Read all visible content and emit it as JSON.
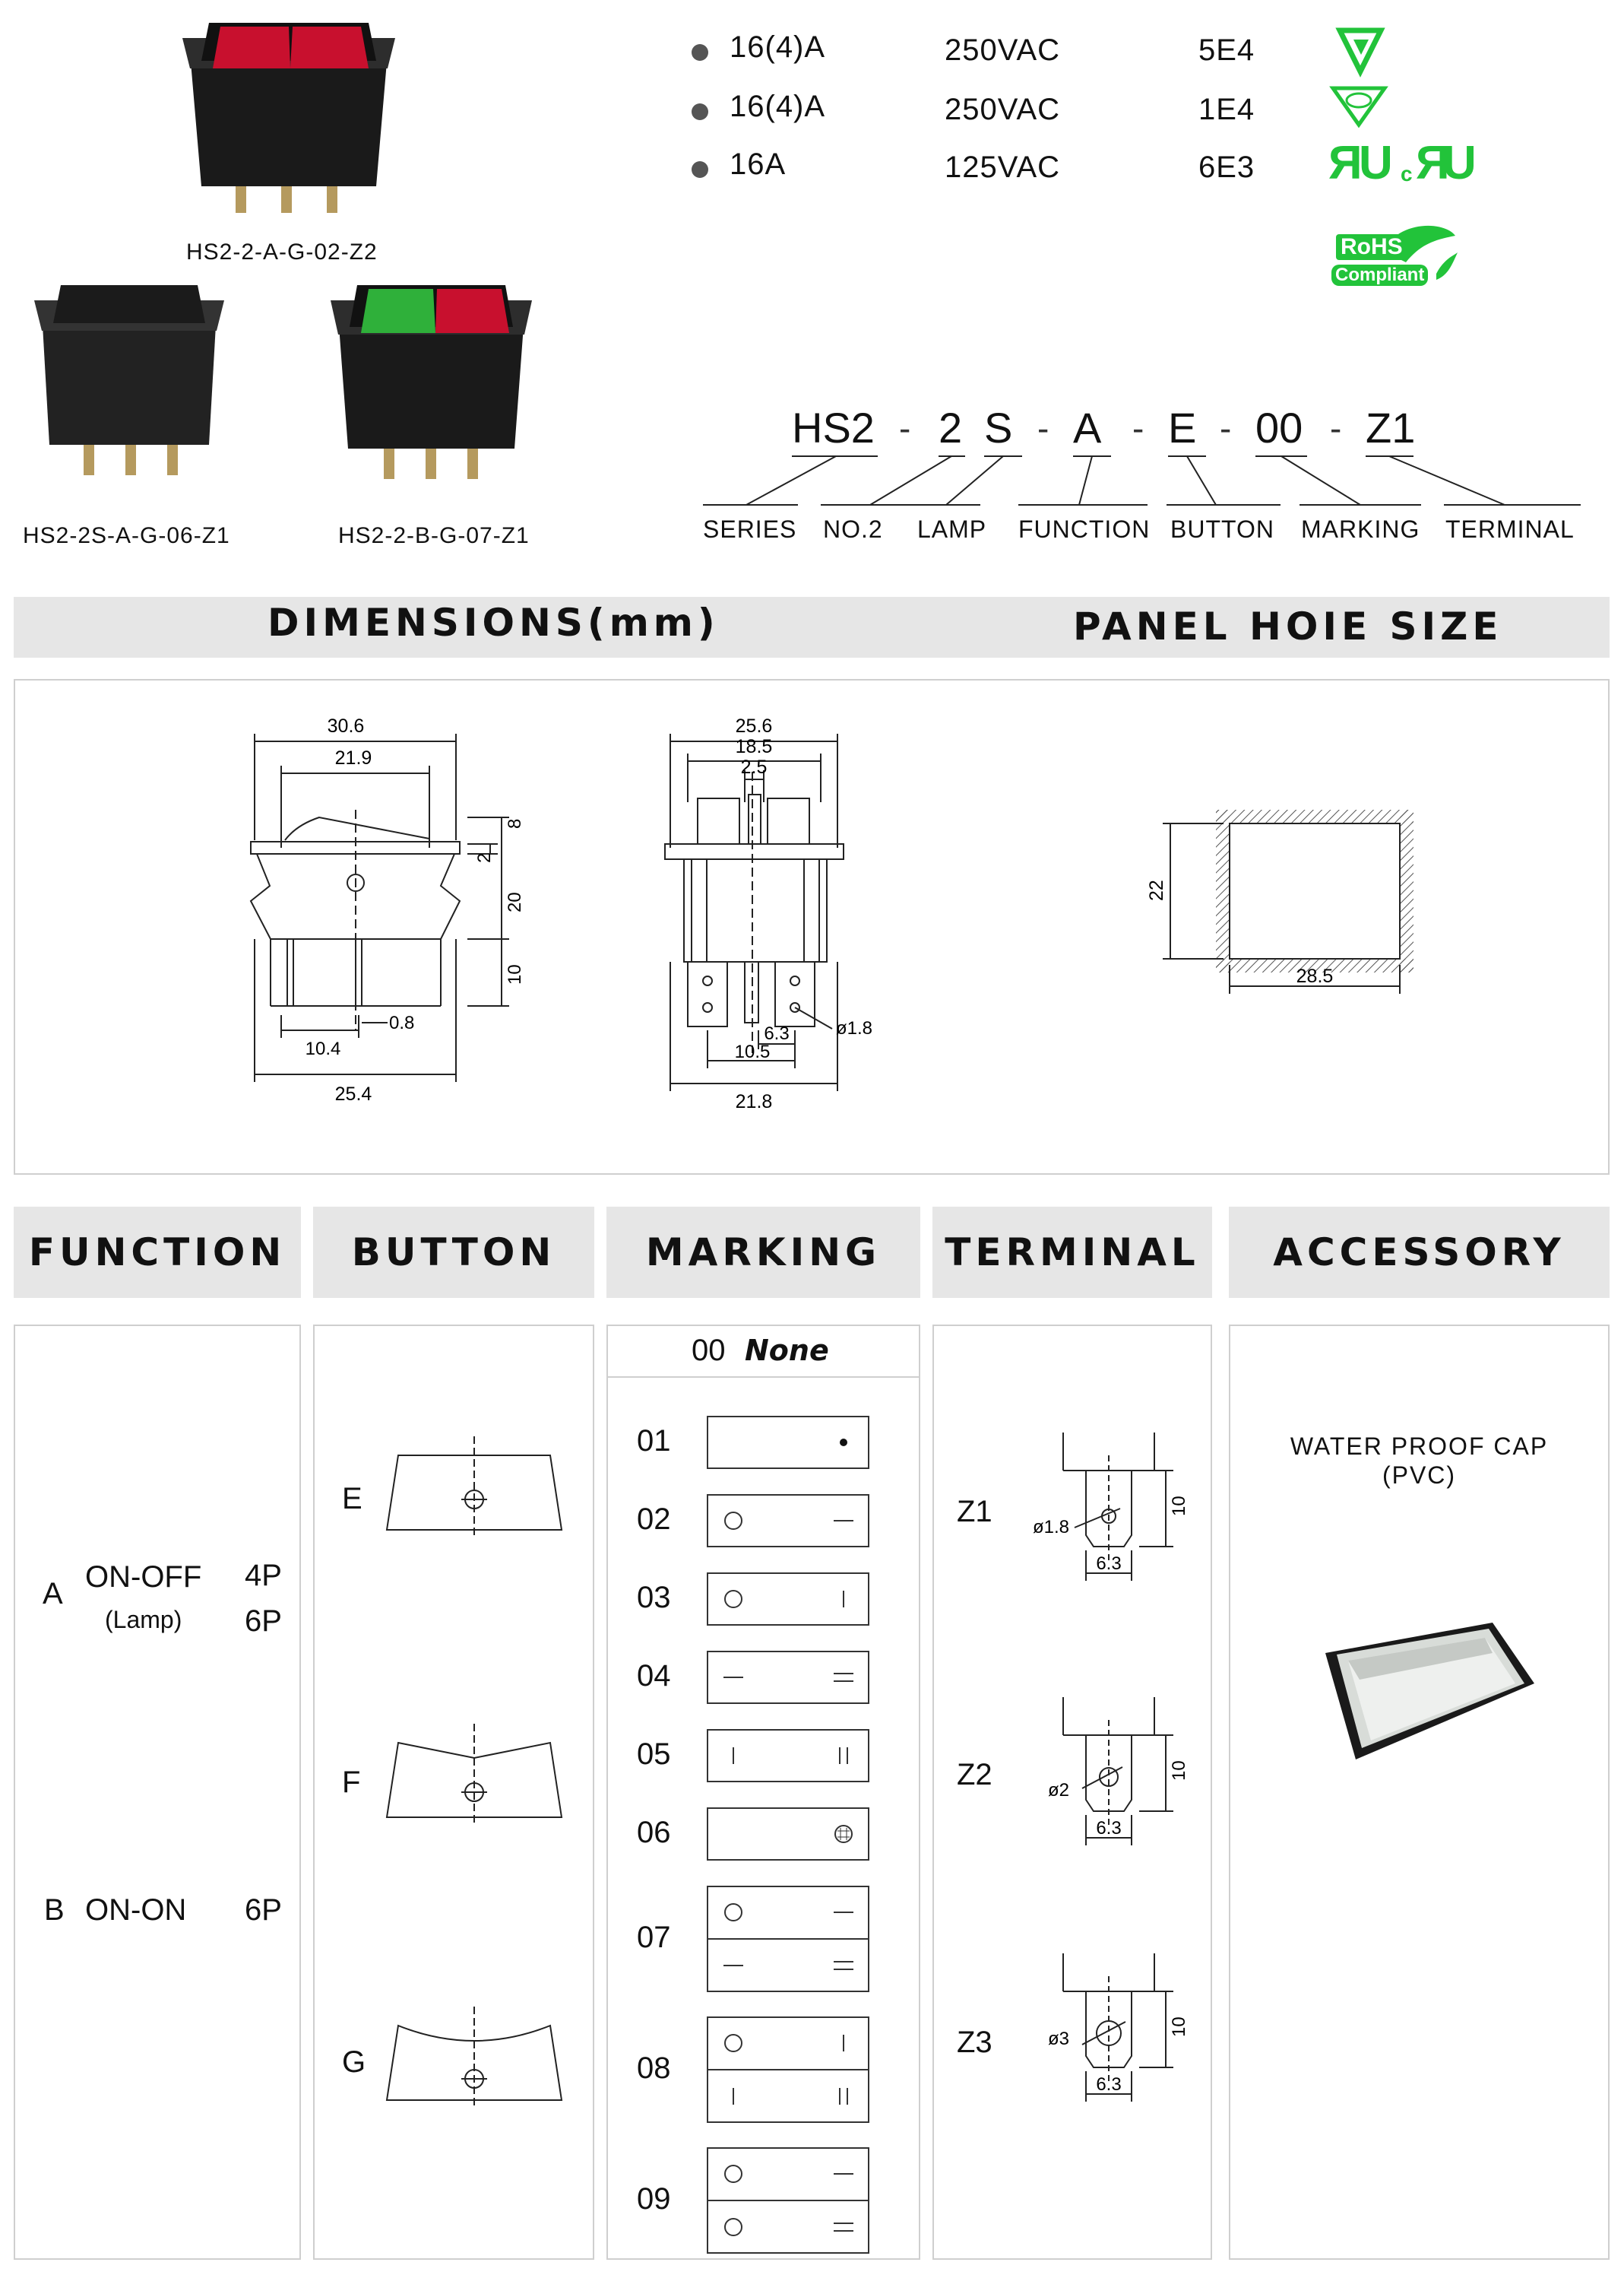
{
  "products": [
    {
      "label": "HS2-2-A-G-02-Z2",
      "lamps": [
        "#c8102e",
        "#c8102e"
      ]
    },
    {
      "label": "HS2-2S-A-G-06-Z1",
      "lamps": [
        "#2a2a2a",
        "#2a2a2a"
      ]
    },
    {
      "label": "HS2-2-B-G-07-Z1",
      "lamps": [
        "#2fb03a",
        "#c8102e"
      ]
    }
  ],
  "ratings": [
    {
      "current": "16(4)A",
      "voltage": "250VAC",
      "cycles": "5E4",
      "cert": "ENEC"
    },
    {
      "current": "16(4)A",
      "voltage": "250VAC",
      "cycles": "1E4",
      "cert": "VDE"
    },
    {
      "current": "16A",
      "voltage": "125VAC",
      "cycles": "6E3",
      "cert": "UL cUL"
    }
  ],
  "rohs": {
    "top": "RoHS",
    "bottom": "Compliant",
    "color": "#22c33a"
  },
  "code": {
    "parts": [
      "HS2",
      "2",
      "S",
      "A",
      "E",
      "00",
      "Z1"
    ],
    "dash": "-",
    "labels": [
      "SERIES",
      "NO.2",
      "LAMP",
      "FUNCTION",
      "BUTTON",
      "MARKING",
      "TERMINAL"
    ]
  },
  "bands": {
    "dimensions": "DIMENSIONS(mm)",
    "panel": "PANEL  HOIE  SIZE"
  },
  "dims": {
    "front": {
      "w_top": "30.6",
      "w_button": "21.9",
      "h_8": "8",
      "h_2": "2",
      "h_20": "20",
      "h_10": "10",
      "pin_spacing": "10.4",
      "pin_w": "0.8",
      "w_bottom": "25.4"
    },
    "side": {
      "w_top": "25.6",
      "w_18": "18.5",
      "w_2": "2.5",
      "hole": "ø1.8",
      "t_63": "6.3",
      "t_105": "10.5",
      "w_bottom": "21.8"
    },
    "panel": {
      "h": "22",
      "w": "28.5"
    }
  },
  "sections": {
    "function": "FUNCTION",
    "button": "BUTTON",
    "marking": "MARKING",
    "terminal": "TERMINAL",
    "accessory": "ACCESSORY"
  },
  "functions": [
    {
      "letter": "A",
      "name": "ON-OFF",
      "sub": "(Lamp)",
      "pins": [
        "4P",
        "6P"
      ]
    },
    {
      "letter": "B",
      "name": "ON-ON",
      "sub": "",
      "pins": [
        "6P"
      ]
    }
  ],
  "buttons": [
    "E",
    "F",
    "G"
  ],
  "marking": {
    "none_code": "00",
    "none_text": "None",
    "items": [
      {
        "code": "01",
        "rows": [
          [
            "",
            "dot"
          ]
        ]
      },
      {
        "code": "02",
        "rows": [
          [
            "circle",
            "dash"
          ]
        ]
      },
      {
        "code": "03",
        "rows": [
          [
            "circle",
            "bar"
          ]
        ]
      },
      {
        "code": "04",
        "rows": [
          [
            "dash",
            "eq"
          ]
        ]
      },
      {
        "code": "05",
        "rows": [
          [
            "bar",
            "bars"
          ]
        ]
      },
      {
        "code": "06",
        "rows": [
          [
            "",
            "hatch"
          ]
        ]
      },
      {
        "code": "07",
        "rows": [
          [
            "circle",
            "dash"
          ],
          [
            "dash",
            "eq"
          ]
        ]
      },
      {
        "code": "08",
        "rows": [
          [
            "circle",
            "bar"
          ],
          [
            "bar",
            "bars"
          ]
        ]
      },
      {
        "code": "09",
        "rows": [
          [
            "circle",
            "dash"
          ],
          [
            "circle",
            "eq"
          ]
        ]
      }
    ]
  },
  "terminals": [
    {
      "code": "Z1",
      "hole": "ø1.8",
      "w": "6.3",
      "h": "10"
    },
    {
      "code": "Z2",
      "hole": "ø2",
      "w": "6.3",
      "h": "10"
    },
    {
      "code": "Z3",
      "hole": "ø3",
      "w": "6.3",
      "h": "10"
    }
  ],
  "accessory": {
    "line1": "WATER  PROOF  CAP",
    "line2": "(PVC)"
  }
}
